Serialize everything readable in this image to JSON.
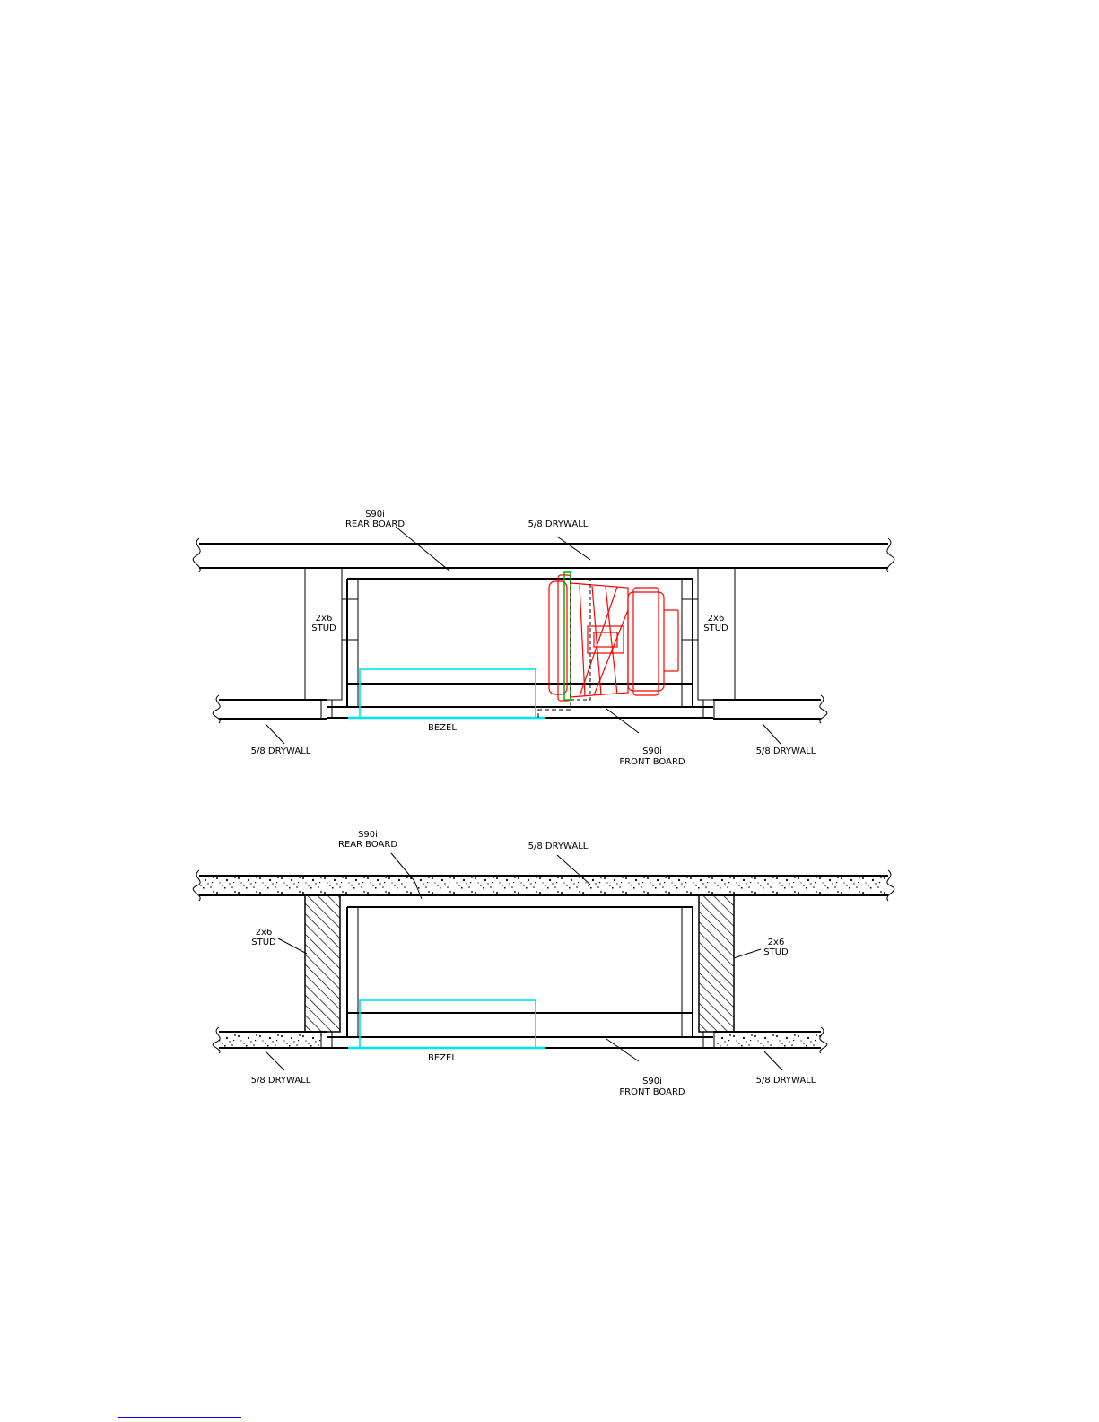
{
  "colors": {
    "line": "#000000",
    "speaker": "#ff0000",
    "bezel": "#00e5ee",
    "flange": "#00b000"
  },
  "top_view": {
    "labels": {
      "rear_board_1": "S90i",
      "rear_board_2": "REAR BOARD",
      "drywall_top": "5/8 DRYWALL",
      "stud_left_1": "2x6",
      "stud_left_2": "STUD",
      "stud_right_1": "2x6",
      "stud_right_2": "STUD",
      "bezel": "BEZEL",
      "front_board_1": "S90i",
      "front_board_2": "FRONT BOARD",
      "drywall_bottom_left": "5/8 DRYWALL",
      "drywall_bottom_right": "5/8 DRYWALL"
    }
  },
  "bottom_view": {
    "labels": {
      "rear_board_1": "S90i",
      "rear_board_2": "REAR BOARD",
      "drywall_top": "5/8 DRYWALL",
      "stud_left_1": "2x6",
      "stud_left_2": "STUD",
      "stud_right_1": "2x6",
      "stud_right_2": "STUD",
      "bezel": "BEZEL",
      "front_board_1": "S90i",
      "front_board_2": "FRONT BOARD",
      "drywall_bottom_left": "5/8 DRYWALL",
      "drywall_bottom_right": "5/8 DRYWALL"
    }
  }
}
